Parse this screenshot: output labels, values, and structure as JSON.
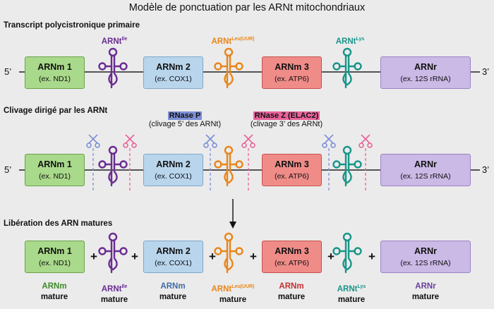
{
  "title": "Modèle de ponctuation par les ARNt mitochondriaux",
  "sections": {
    "primary": "Transcript polycistronique primaire",
    "cleavage": "Clivage dirigé par les ARNt",
    "release": "Libération des ARN matures"
  },
  "ends": {
    "five": "5’",
    "three": "3’"
  },
  "boxes": [
    {
      "name": "ARNm 1",
      "example": "(ex. ND1)",
      "color": "#a9d98b"
    },
    {
      "name": "ARNm 2",
      "example": "(ex. COX1)",
      "color": "#b9d5ec"
    },
    {
      "name": "ARNm 3",
      "example": "(ex. ATP6)",
      "color": "#ef8c88"
    },
    {
      "name": "ARNr",
      "example": "(ex. 12S rRNA)",
      "color": "#cbb9e6"
    }
  ],
  "trnas": [
    {
      "base": "ARNt",
      "sup": "Ile",
      "color": "#6a2c91"
    },
    {
      "base": "ARNt",
      "sup": "Leu(UUR)",
      "color": "#e8861a"
    },
    {
      "base": "ARNt",
      "sup": "Lys",
      "color": "#18958a"
    }
  ],
  "enzymes": {
    "rnase_p": {
      "name": "RNase P",
      "desc": "(clivage 5’ des ARNt)",
      "color": "#7d8fd6"
    },
    "rnase_z": {
      "name": "RNase Z (ELAC2)",
      "desc": "(clivage 3’ des ARNt)",
      "color": "#e8639a"
    }
  },
  "plus": "+",
  "mature": {
    "arnm": "ARNm",
    "arnr": "ARNr",
    "word": "mature",
    "colors": {
      "m1": "#3e8a2a",
      "m2": "#3f6aa6",
      "m3": "#c53030",
      "r": "#6a3f9e"
    }
  }
}
